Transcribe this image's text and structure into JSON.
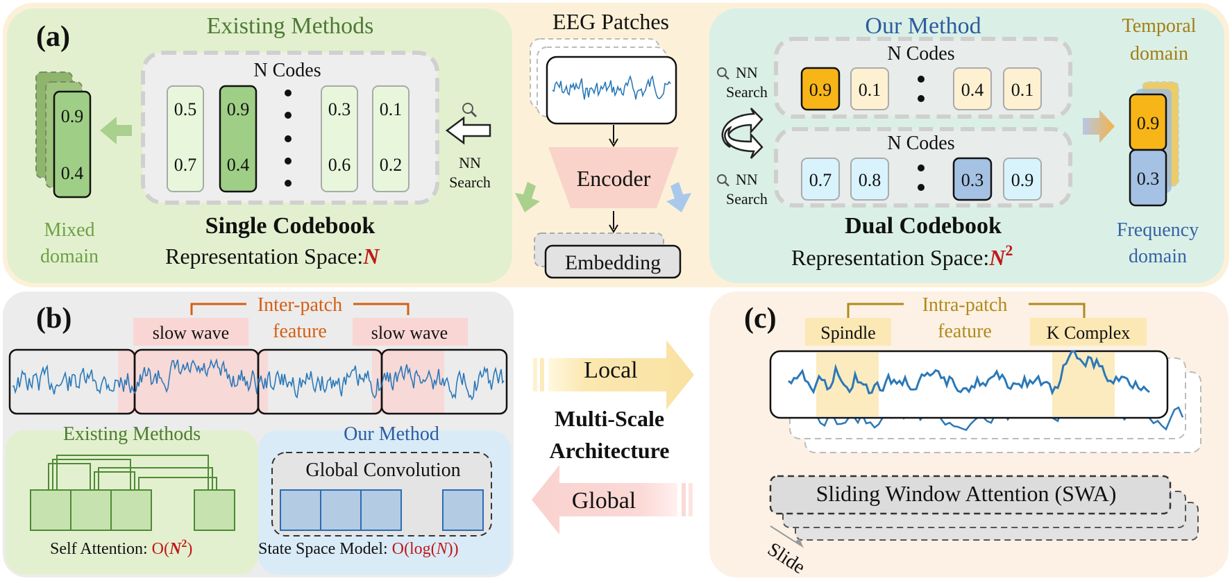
{
  "panel_a": {
    "label": "(a)",
    "existing": {
      "title": "Existing Methods",
      "codes_label": "N Codes",
      "codes": [
        {
          "top": "0.5",
          "bottom": "0.7"
        },
        {
          "top": "0.9",
          "bottom": "0.4"
        },
        {
          "top": "0.3",
          "bottom": "0.6"
        },
        {
          "top": "0.1",
          "bottom": "0.2"
        }
      ],
      "stack_values": {
        "top": "0.9",
        "bottom": "0.4"
      },
      "search_label_1": "NN",
      "search_label_2": "Search",
      "mixed_label_1": "Mixed",
      "mixed_label_2": "domain",
      "codebook_title": "Single Codebook",
      "space_label": "Representation Space:",
      "space_value": "N"
    },
    "center": {
      "patches_title": "EEG Patches",
      "encoder_label": "Encoder",
      "embedding_label": "Embedding"
    },
    "ours": {
      "title": "Our Method",
      "temporal_codes_label": "N Codes",
      "temporal_codes": [
        "0.9",
        "0.1",
        "0.4",
        "0.1"
      ],
      "frequency_codes_label": "N Codes",
      "frequency_codes": [
        "0.7",
        "0.8",
        "0.3",
        "0.9"
      ],
      "search_a_1": "NN",
      "search_a_2": "Search",
      "search_b_1": "NN",
      "search_b_2": "Search",
      "temporal_label_1": "Temporal",
      "temporal_label_2": "domain",
      "frequency_label_1": "Frequency",
      "frequency_label_2": "domain",
      "stack_values": {
        "top": "0.9",
        "bottom": "0.3"
      },
      "codebook_title": "Dual Codebook",
      "space_label": "Representation Space:",
      "space_value": "N",
      "space_exponent": "2"
    }
  },
  "panel_b": {
    "label": "(b)",
    "inter_patch_1": "Inter-patch",
    "inter_patch_2": "feature",
    "slow_wave_1": "slow wave",
    "slow_wave_2": "slow wave",
    "existing_title": "Existing Methods",
    "ours_title": "Our Method",
    "global_conv": "Global Convolution",
    "self_attention_label": "Self Attention: ",
    "self_attention_complexity": {
      "prefix": "O(",
      "var": "N",
      "exp": "2",
      "suffix": ")"
    },
    "ssm_label": "State Space Model: ",
    "ssm_complexity": {
      "prefix": "O(log(",
      "var": "N",
      "suffix": "))"
    }
  },
  "middle": {
    "local_label": "Local",
    "global_label": "Global",
    "title_1": "Multi-Scale",
    "title_2": "Architecture"
  },
  "panel_c": {
    "label": "(c)",
    "intra_patch_1": "Intra-patch",
    "intra_patch_2": "feature",
    "spindle": "Spindle",
    "k_complex": "K Complex",
    "swa": "Sliding Window Attention (SWA)",
    "slide": "Slide"
  },
  "colors": {
    "top_bg": "#fcf1d8",
    "existing_bg": "#e3f0cf",
    "ours_bg": "#daf0e6",
    "green_text": "#4d7a35",
    "blue_text": "#2e5c9e",
    "orange_text": "#d45f14",
    "gold_text": "#b08a1a",
    "red_emph": "#c01818",
    "signal": "#2a78b8",
    "temporal_code": "#f7b517",
    "frequency_code": "#a5c2e4"
  }
}
